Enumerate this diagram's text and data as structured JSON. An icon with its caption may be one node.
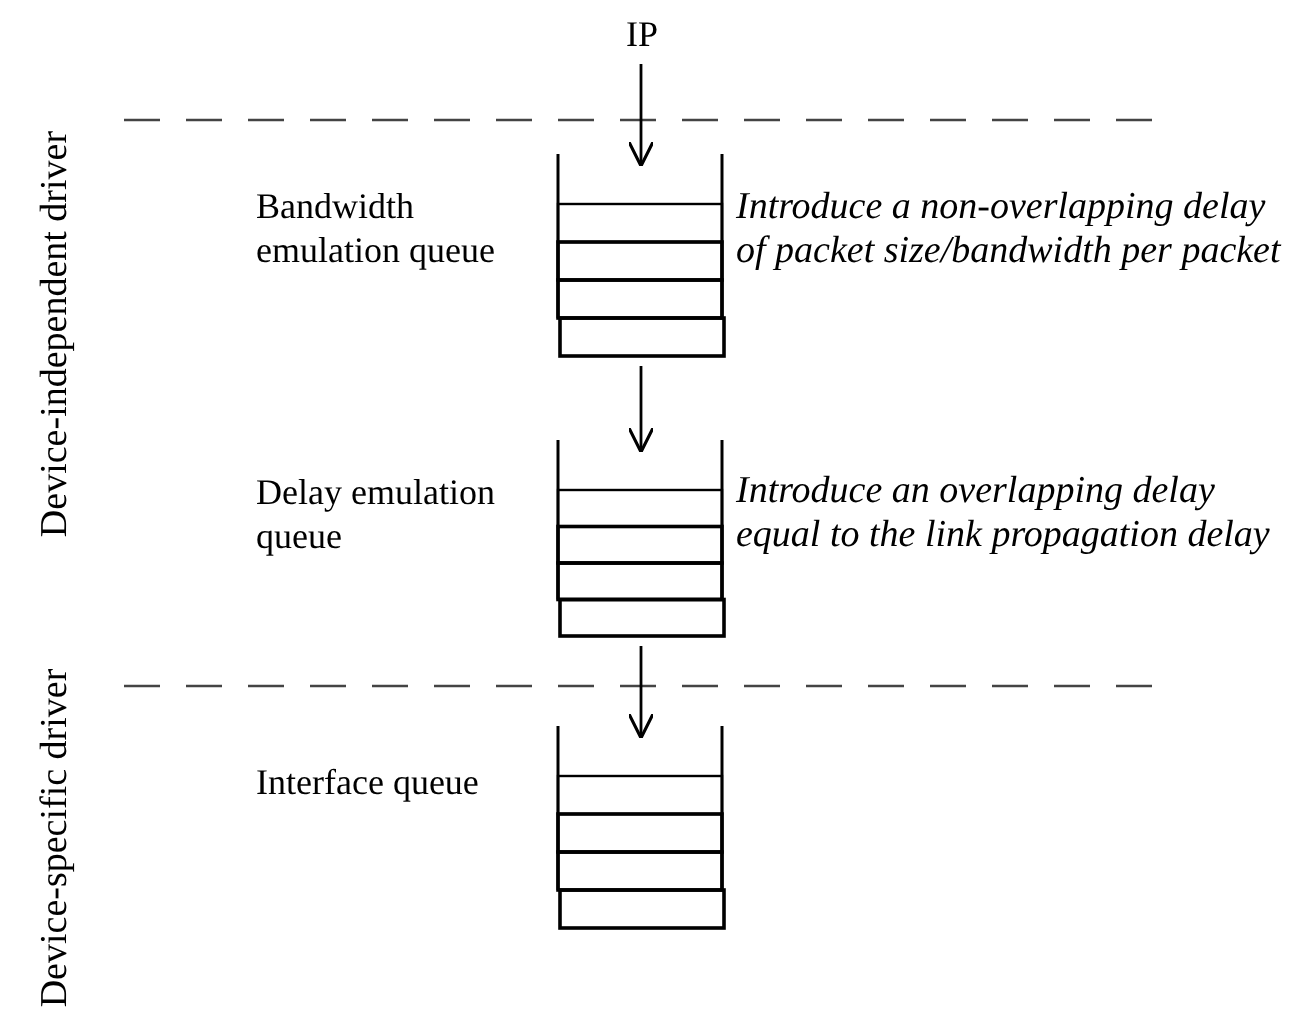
{
  "diagram": {
    "nodes": [
      {
        "text": [
          "IP"
        ]
      },
      {
        "text": [],
        "shape": "queue",
        "beside": [
          "Bandwidth emulation queue",
          "Introduce a non-overlapping delay of packet size/bandwidth per packet"
        ]
      },
      {
        "text": [],
        "shape": "queue",
        "beside": [
          "Delay emulation queue",
          "Introduce an overlapping delay equal to the link propagation delay"
        ]
      },
      {
        "text": [],
        "shape": "queue",
        "beside": [
          "Interface queue"
        ]
      }
    ],
    "edges": [
      {
        "from": 0,
        "to": 1,
        "arrow": "to"
      },
      {
        "from": 1,
        "to": 2,
        "arrow": "to"
      },
      {
        "from": 2,
        "to": 3,
        "arrow": "to"
      }
    ],
    "labels": [
      "Device-independent driver",
      "Device-specific driver"
    ]
  }
}
